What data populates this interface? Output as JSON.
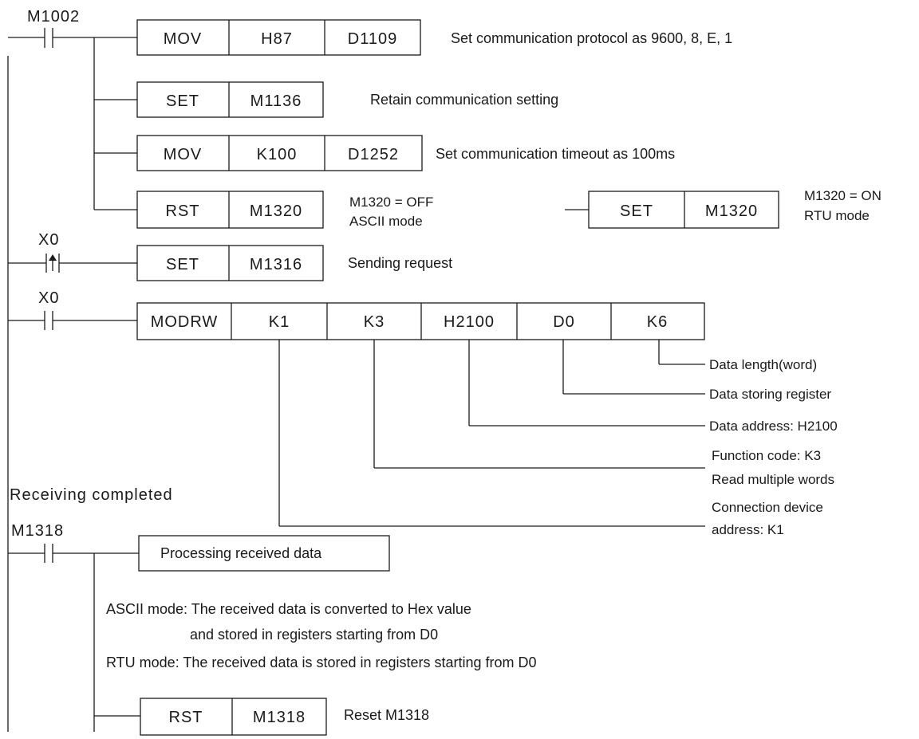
{
  "rungs": {
    "r1": {
      "contact": "M1002",
      "mov1": [
        "MOV",
        "H87",
        "D1109"
      ],
      "mov1_comment": "Set communication protocol as 9600, 8, E, 1",
      "set1": [
        "SET",
        "M1136"
      ],
      "set1_comment": "Retain communication setting",
      "mov2": [
        "MOV",
        "K100",
        "D1252"
      ],
      "mov2_comment": "Set communication timeout as 100ms",
      "rst1": [
        "RST",
        "M1320"
      ],
      "rst1_comment_l1": "M1320 = OFF",
      "rst1_comment_l2": "ASCII mode",
      "alt": [
        "SET",
        "M1320"
      ],
      "alt_comment_l1": "M1320 = ON",
      "alt_comment_l2": "RTU  mode"
    },
    "r2": {
      "contact": "X0",
      "set": [
        "SET",
        "M1316"
      ],
      "comment": "Sending request"
    },
    "r3": {
      "contact": "X0",
      "modrw": [
        "MODRW",
        "K1",
        "K3",
        "H2100",
        "D0",
        "K6"
      ],
      "annotations": {
        "k6": "Data length(word)",
        "d0": "Data storing register",
        "h2100": "Data address:  H2100",
        "k3_l1": "Function code: K3",
        "k3_l2": "Read multiple words",
        "k1_l1": "Connection device",
        "k1_l2": "address: K1"
      }
    },
    "r4": {
      "heading": "Receiving completed",
      "contact": "M1318",
      "process_label": "Processing received data",
      "ascii_l1": "ASCII mode: The received data is converted to Hex value",
      "ascii_l2": "and stored in registers starting from D0",
      "rtu": "RTU mode: The received data is stored in registers starting from D0",
      "rst": [
        "RST",
        "M1318"
      ],
      "rst_comment": "Reset M1318"
    }
  }
}
